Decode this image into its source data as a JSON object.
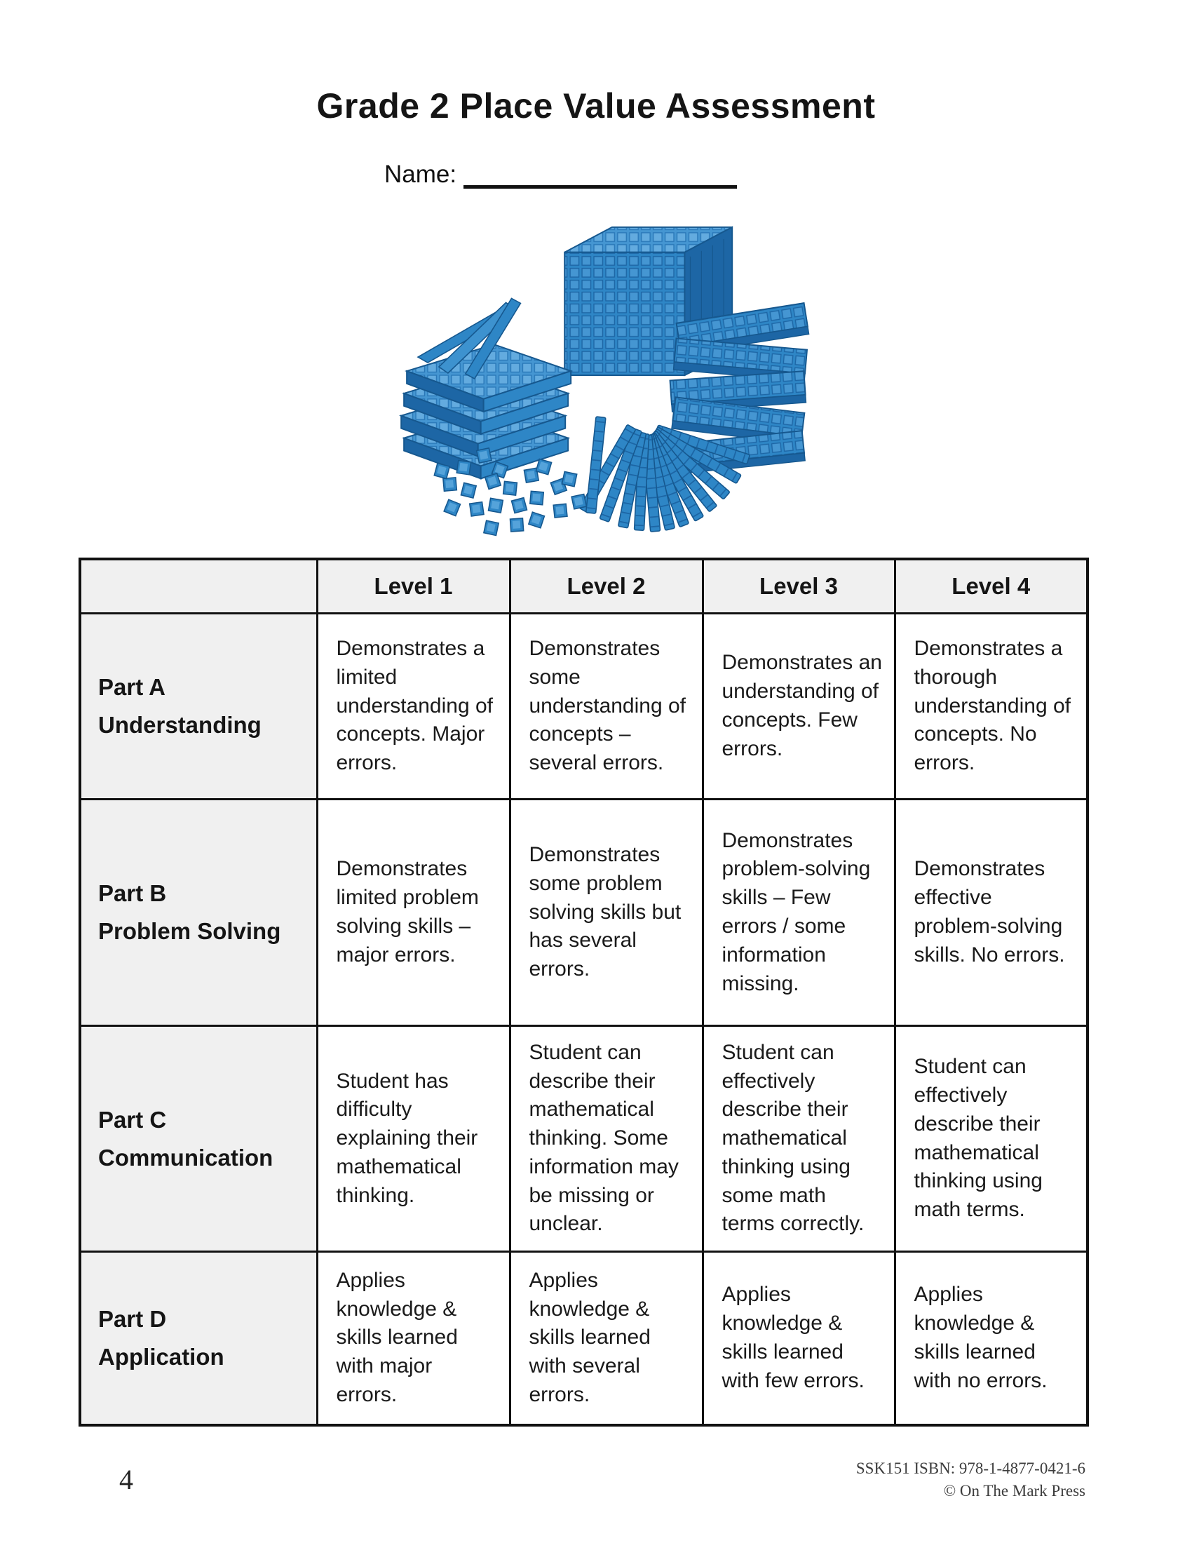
{
  "page": {
    "title": "Grade 2 Place Value Assessment",
    "name_label": "Name:",
    "page_number": "4",
    "isbn_line": "SSK151 ISBN: 978-1-4877-0421-6",
    "copyright_line": "© On The Mark Press"
  },
  "illustration": {
    "icon": "base-ten-blocks-image",
    "description_visible_content": "Pile of blue plastic base ten blocks: one thousand cube, stacked hundred flats, fanned ten rods, scattered one cubes",
    "colors": {
      "block_base": "#2e86c6",
      "block_light": "#57a4dc",
      "block_dark": "#1d66a5",
      "block_outline": "#16588f"
    }
  },
  "rubric": {
    "header_fill": "#f0f0f0",
    "levels": [
      "Level 1",
      "Level 2",
      "Level 3",
      "Level 4"
    ],
    "rows": [
      {
        "part": "Part A",
        "category": "Understanding",
        "cells": [
          "Demonstrates a limited understanding of concepts. Major errors.",
          "Demonstrates some understanding of concepts – several errors.",
          "Demonstrates an understanding of concepts. Few errors.",
          "Demonstrates a thorough understanding of concepts. No errors."
        ]
      },
      {
        "part": "Part B",
        "category": "Problem Solving",
        "cells": [
          "Demonstrates limited problem solving skills – major errors.",
          "Demonstrates some problem solving skills but has several errors.",
          "Demonstrates problem-solving skills – Few errors / some information missing.",
          "Demonstrates effective problem-solving skills. No errors."
        ]
      },
      {
        "part": "Part C",
        "category": "Communication",
        "cells": [
          "Student has difficulty explaining their mathematical thinking.",
          "Student can describe their mathematical thinking. Some information may be missing or unclear.",
          "Student can effectively describe their mathematical thinking using some math terms correctly.",
          "Student can effectively describe their mathematical thinking using math terms."
        ]
      },
      {
        "part": "Part D",
        "category": "Application",
        "cells": [
          "Applies knowledge & skills learned with major errors.",
          "Applies knowledge & skills learned with several errors.",
          "Applies knowledge & skills learned with few errors.",
          "Applies knowledge & skills learned with no errors."
        ]
      }
    ]
  }
}
